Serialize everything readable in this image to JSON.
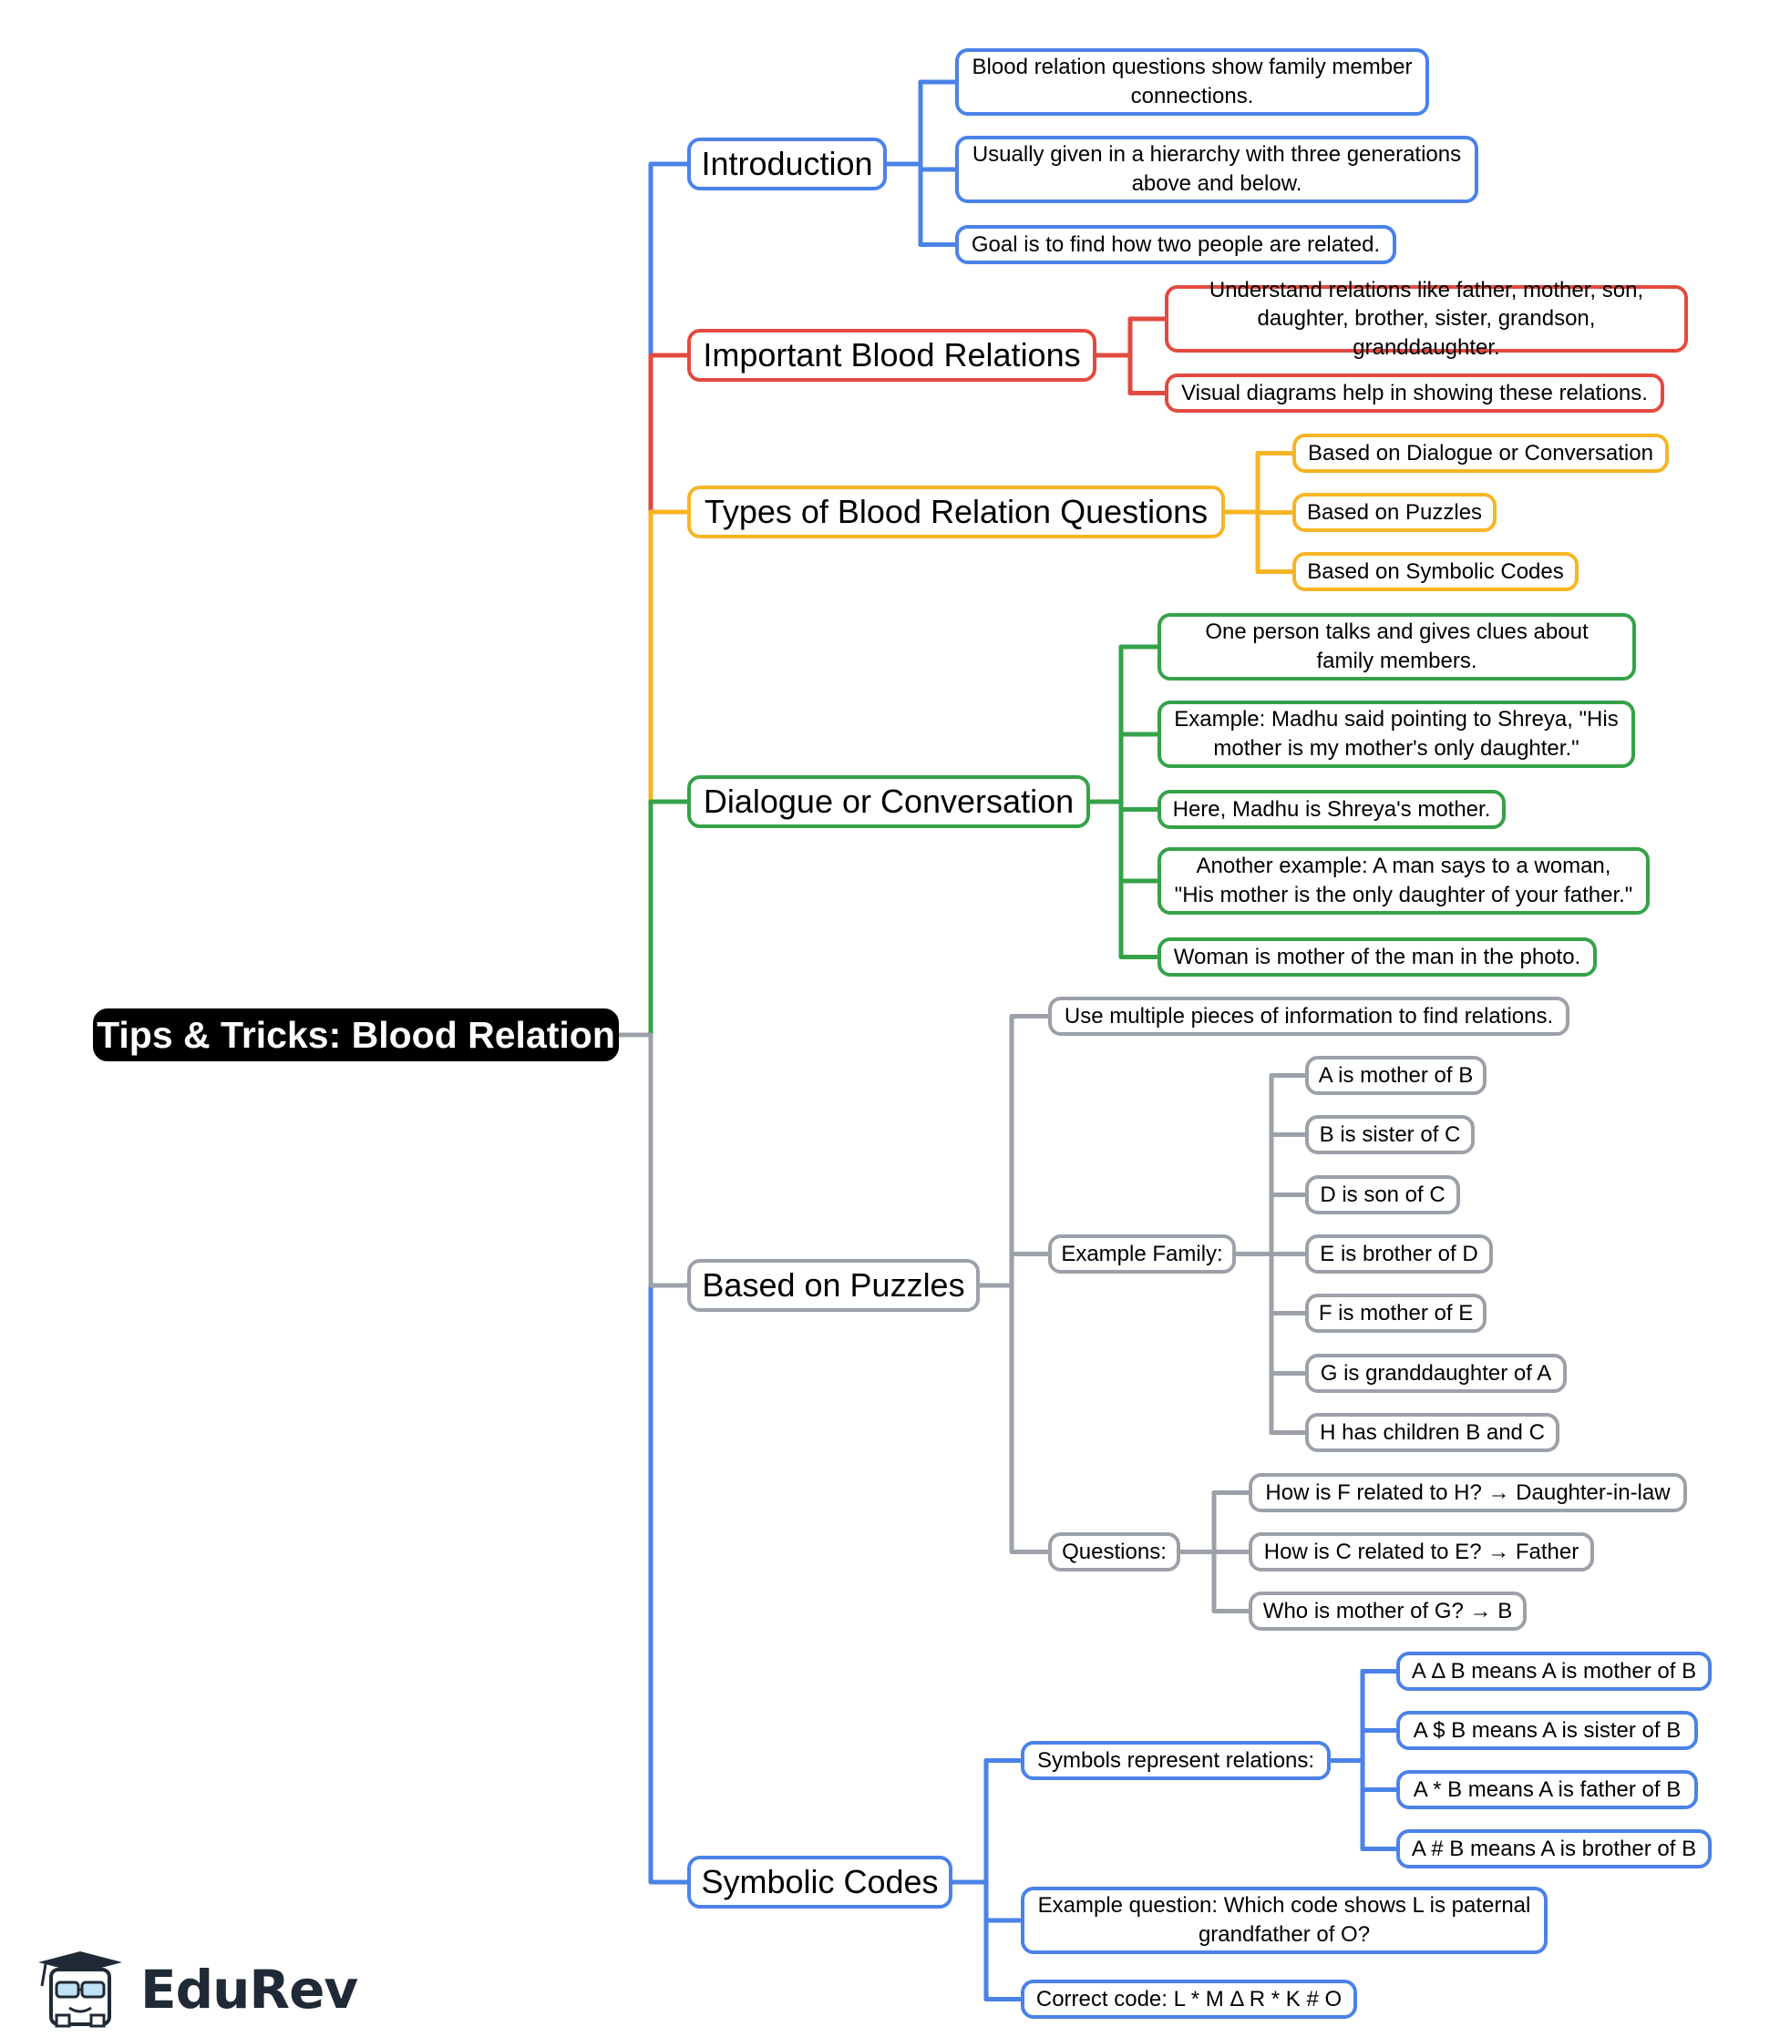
{
  "root": {
    "label": "Tips & Tricks: Blood Relation"
  },
  "colors": {
    "blue": "#4a82e8",
    "red": "#e24a3f",
    "yellow": "#f7b524",
    "green": "#35a248",
    "gray": "#9ca1a9"
  },
  "branches": [
    {
      "label": "Introduction",
      "color": "blue",
      "children": [
        {
          "label": "Blood relation questions show family member connections."
        },
        {
          "label": "Usually given in a hierarchy with three generations above and below."
        },
        {
          "label": "Goal is to find how two people are related."
        }
      ]
    },
    {
      "label": "Important Blood Relations",
      "color": "red",
      "children": [
        {
          "label": "Understand relations like father, mother, son, daughter, brother, sister, grandson, granddaughter."
        },
        {
          "label": "Visual diagrams help in showing these relations."
        }
      ]
    },
    {
      "label": "Types of Blood Relation Questions",
      "color": "yellow",
      "children": [
        {
          "label": "Based on Dialogue or Conversation"
        },
        {
          "label": "Based on Puzzles"
        },
        {
          "label": "Based on Symbolic Codes"
        }
      ]
    },
    {
      "label": "Dialogue or Conversation",
      "color": "green",
      "children": [
        {
          "label": "One person talks and gives clues about family members."
        },
        {
          "label": "Example: Madhu said pointing to Shreya, \"His mother is my mother's only daughter.\""
        },
        {
          "label": "Here, Madhu is Shreya's mother."
        },
        {
          "label": "Another example: A man says to a woman, \"His mother is the only daughter of your father.\""
        },
        {
          "label": "Woman is mother of the man in the photo."
        }
      ]
    },
    {
      "label": "Based on Puzzles",
      "color": "gray",
      "children": [
        {
          "label": "Use multiple pieces of information to find relations."
        },
        {
          "label": "Example Family:",
          "children": [
            {
              "label": "A is mother of B"
            },
            {
              "label": "B is sister of C"
            },
            {
              "label": "D is son of C"
            },
            {
              "label": "E is brother of D"
            },
            {
              "label": "F is mother of E"
            },
            {
              "label": "G is granddaughter of A"
            },
            {
              "label": "H has children B and C"
            }
          ]
        },
        {
          "label": "Questions:",
          "children": [
            {
              "label": "How is F related to H? → Daughter-in-law"
            },
            {
              "label": "How is C related to E? → Father"
            },
            {
              "label": "Who is mother of G? → B"
            }
          ]
        }
      ]
    },
    {
      "label": "Symbolic Codes",
      "color": "blue",
      "children": [
        {
          "label": "Symbols represent relations:",
          "children": [
            {
              "label": "A Δ B means A is mother of B"
            },
            {
              "label": "A $ B means A is sister of B"
            },
            {
              "label": "A * B means A is father of B"
            },
            {
              "label": "A # B means A is brother of B"
            }
          ]
        },
        {
          "label": "Example question: Which code shows L is paternal grandfather of O?"
        },
        {
          "label": "Correct code: L * M Δ R * K # O"
        }
      ]
    }
  ],
  "logo": {
    "text": "EduRev",
    "icon": "graduation-cap-mascot-icon"
  }
}
